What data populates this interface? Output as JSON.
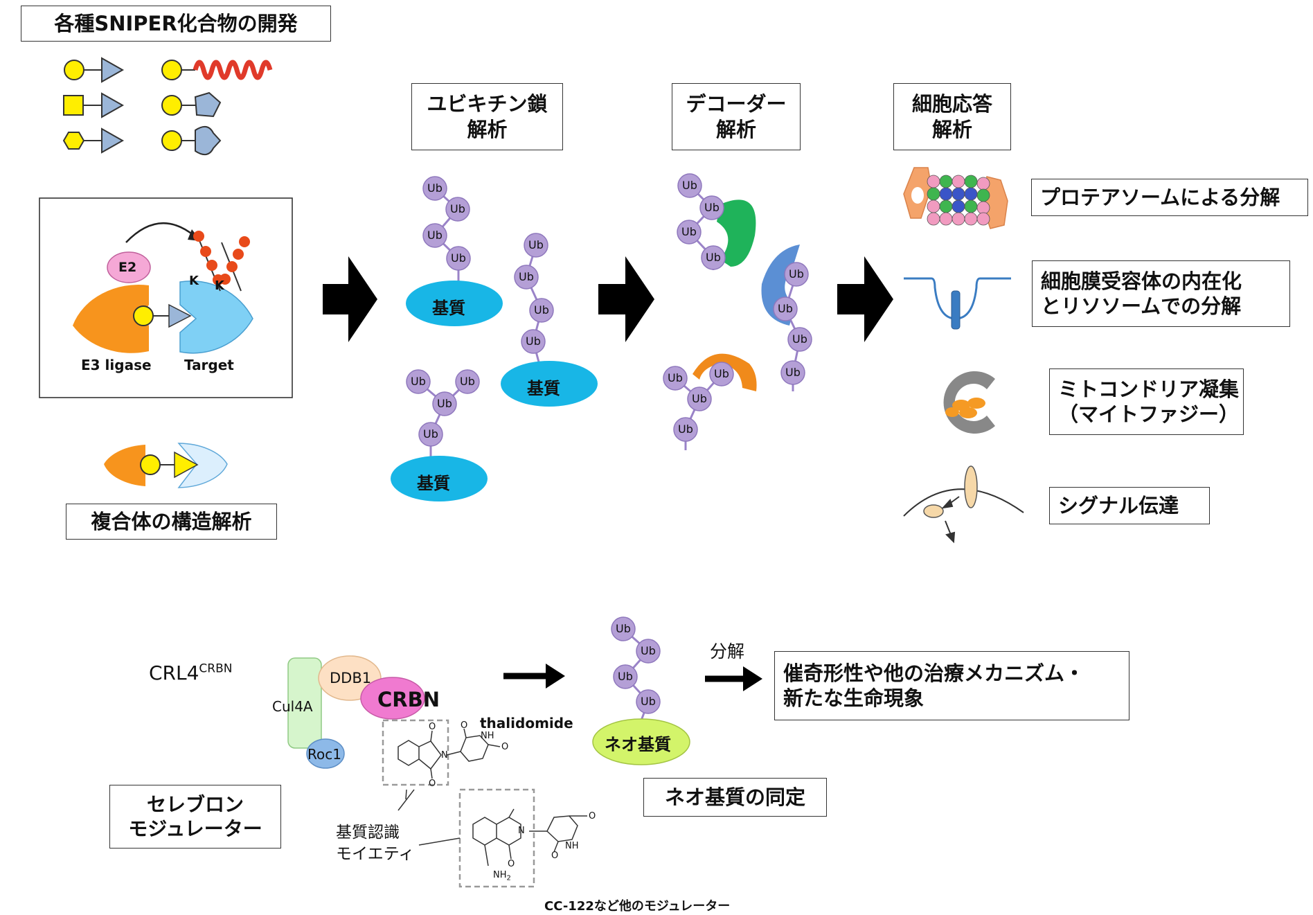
{
  "boxes": {
    "sniper_dev": "各種SNIPER化合物の開発",
    "complex_structure": "複合体の構造解析",
    "ub_chain_1": "ユビキチン鎖",
    "ub_chain_2": "解析",
    "decoder_1": "デコーダー",
    "decoder_2": "解析",
    "cell_resp_1": "細胞応答",
    "cell_resp_2": "解析",
    "proteasome": "プロテアソームによる分解",
    "receptor_1": "細胞膜受容体の内在化",
    "receptor_2": "とリソソームでの分解",
    "mito_1": "ミトコンドリア凝集",
    "mito_2": "（マイトファジー）",
    "signal": "シグナル伝達",
    "cereblon_1": "セレブロン",
    "cereblon_2": "モジュレーター",
    "neo_id": "ネオ基質の同定",
    "result_1": "催奇形性や他の治療メカニズム・",
    "result_2": "新たな生命現象"
  },
  "labels": {
    "e2": "E2",
    "k": "K",
    "e3": "E3 ligase",
    "target": "Target",
    "ub": "Ub",
    "substrate": "基質",
    "crl4": "CRL4",
    "crl4_sup": "CRBN",
    "ddb1": "DDB1",
    "cul4a": "Cul4A",
    "crbn": "CRBN",
    "roc1": "Roc1",
    "thalidomide": "thalidomide",
    "moiety_1": "基質認識",
    "moiety_2": "モイエティ",
    "cc122": "CC-122など他のモジュレーター",
    "neo_substrate": "ネオ基質",
    "degrade": "分解",
    "atom_o": "O",
    "atom_n": "N",
    "atom_nh": "NH",
    "atom_nh2": "NH",
    "atom_sub2": "2"
  },
  "colors": {
    "ub_fill": "#b49fd6",
    "substrate_blue": "#18b6e6",
    "neo_green": "#d3f46a",
    "e3_orange": "#f7941d",
    "target_blue": "#7fd0f5",
    "ligand_yellow": "#ffee00",
    "warhead_blue": "#9bb6d8",
    "crbn_pink": "#f07ad0",
    "decoder_green": "#1fb35a",
    "decoder_blue": "#5b8fd4"
  }
}
